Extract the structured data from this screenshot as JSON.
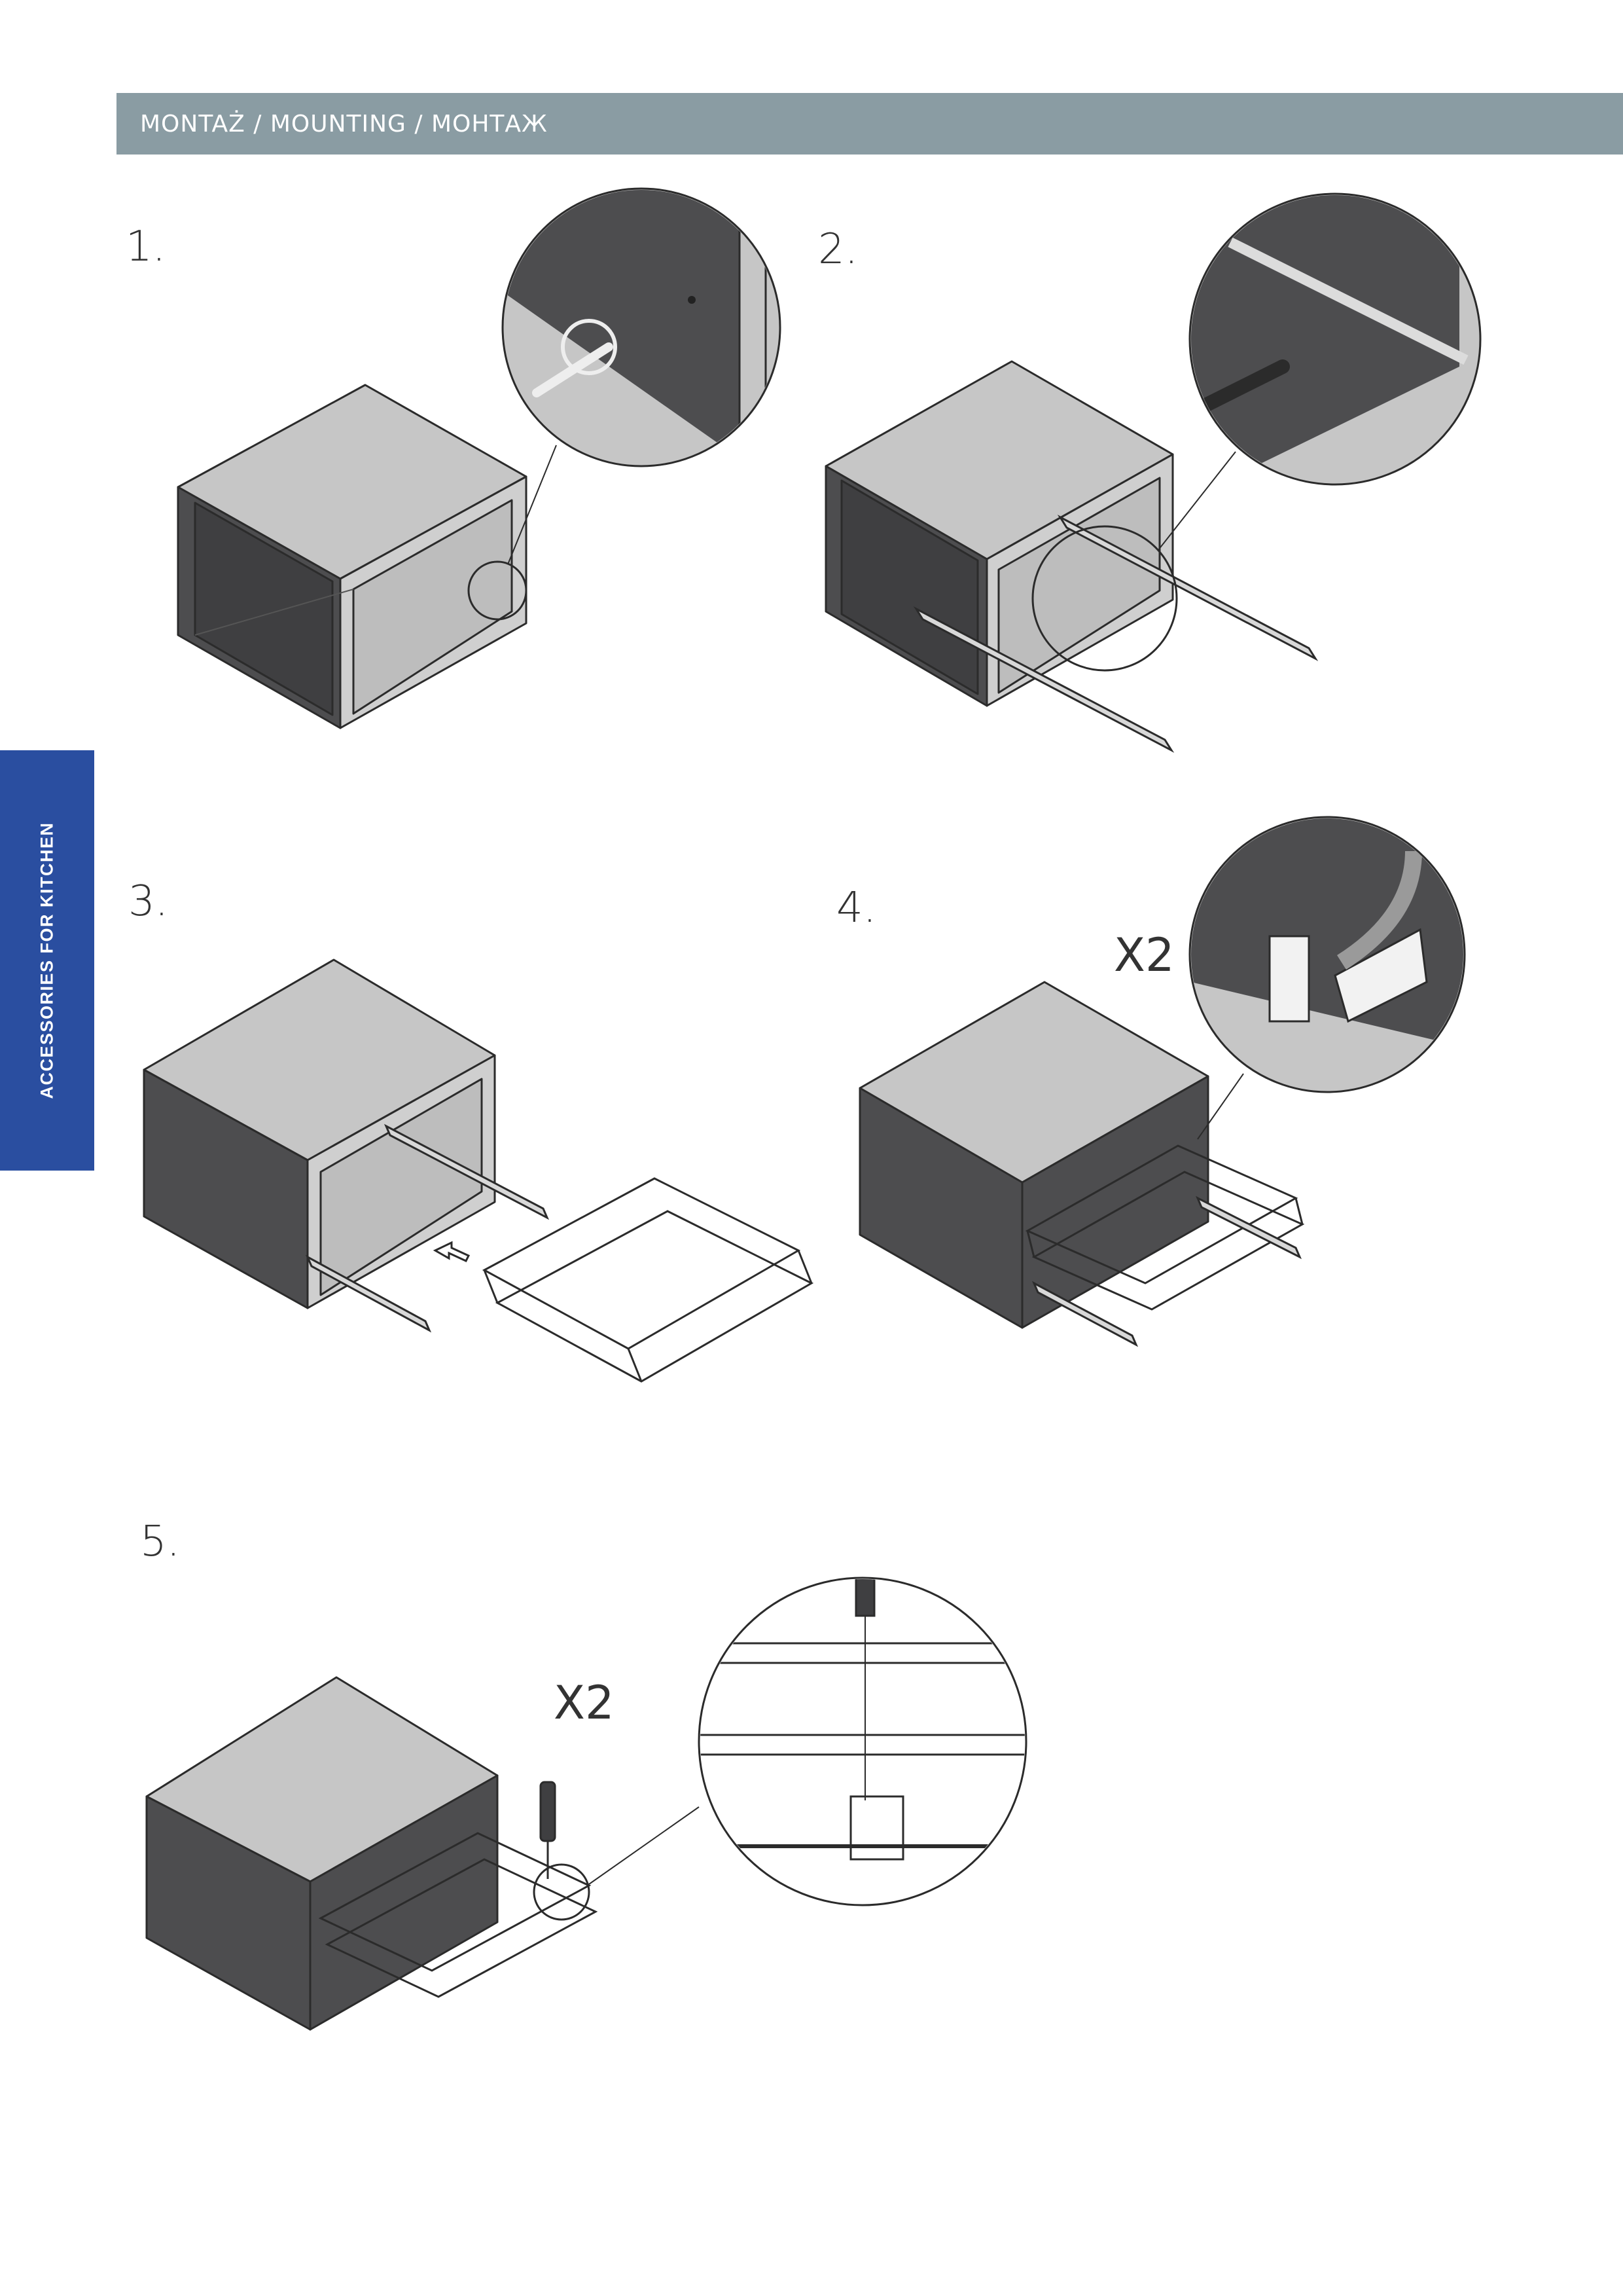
{
  "header": {
    "title": "MONTAŻ / MOUNTING / МОНТАЖ"
  },
  "side_tab": {
    "label": "ACCESSORIES FOR KITCHEN"
  },
  "colors": {
    "header_bar": "#8a9ca3",
    "side_tab": "#2a4ea0",
    "cabinet_dark": "#4d4d4f",
    "cabinet_light": "#c6c6c6"
  },
  "steps": [
    {
      "number": "1."
    },
    {
      "number": "2."
    },
    {
      "number": "3."
    },
    {
      "number": "4.",
      "quantity": "X2"
    },
    {
      "number": "5.",
      "quantity": "X2"
    }
  ]
}
